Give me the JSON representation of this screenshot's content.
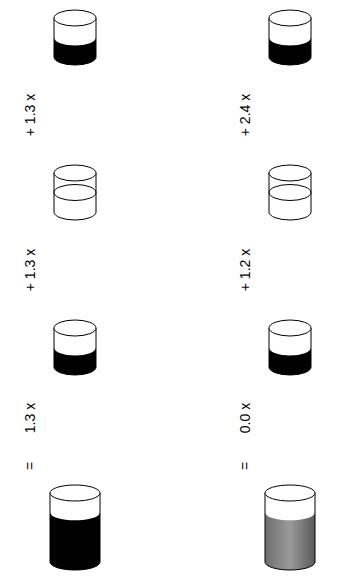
{
  "diagram": {
    "labels": [
      "=",
      "1.3 x",
      "+ 1.3 x",
      "+ 1.3 x",
      "=",
      "0.0 x",
      "+ 1.2 x",
      "+ 2.4 x"
    ]
  }
}
